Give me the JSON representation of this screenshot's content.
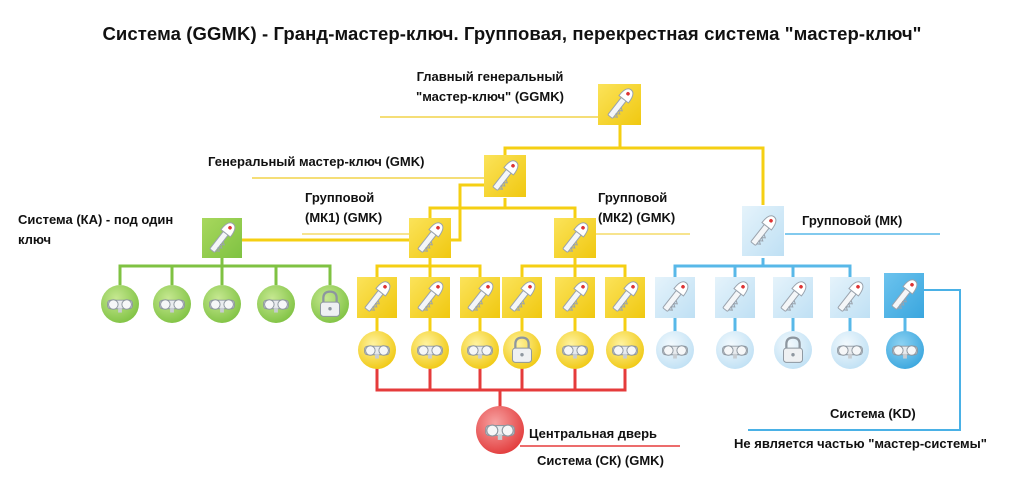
{
  "title": "Система (GGMK) - Гранд-мастер-ключ. Групповая, перекрестная система \"мастер-ключ\"",
  "labels": {
    "ggmk_line1": "Главный генеральный",
    "ggmk_line2": "\"мастер-ключ\" (GGMK)",
    "gmk": "Генеральный мастер-ключ (GMK)",
    "ka_line1": "Система (КА) - под один",
    "ka_line2": "ключ",
    "mk1_line1": "Групповой",
    "mk1_line2": "(МК1) (GMK)",
    "mk2_line1": "Групповой",
    "mk2_line2": "(МК2) (GMK)",
    "mk": "Групповой (МК)",
    "central_door": "Центральная дверь",
    "ck": "Система (СК) (GMK)",
    "kd": "Система (KD)",
    "not_part": "Не является частью \"мастер-системы\""
  },
  "colors": {
    "yellow": "#f4d21f",
    "yellow_line": "#f5cf13",
    "green": "#8ccc3e",
    "green_line": "#7fc242",
    "light_blue": "#cfe8f7",
    "blue_line": "#58b8e8",
    "blue_key": "#4ab1e6",
    "red": "#e53b3b"
  },
  "icons": {
    "key_card": "key-icon",
    "cylinder": "lock-cylinder-icon",
    "padlock": "padlock-icon"
  }
}
